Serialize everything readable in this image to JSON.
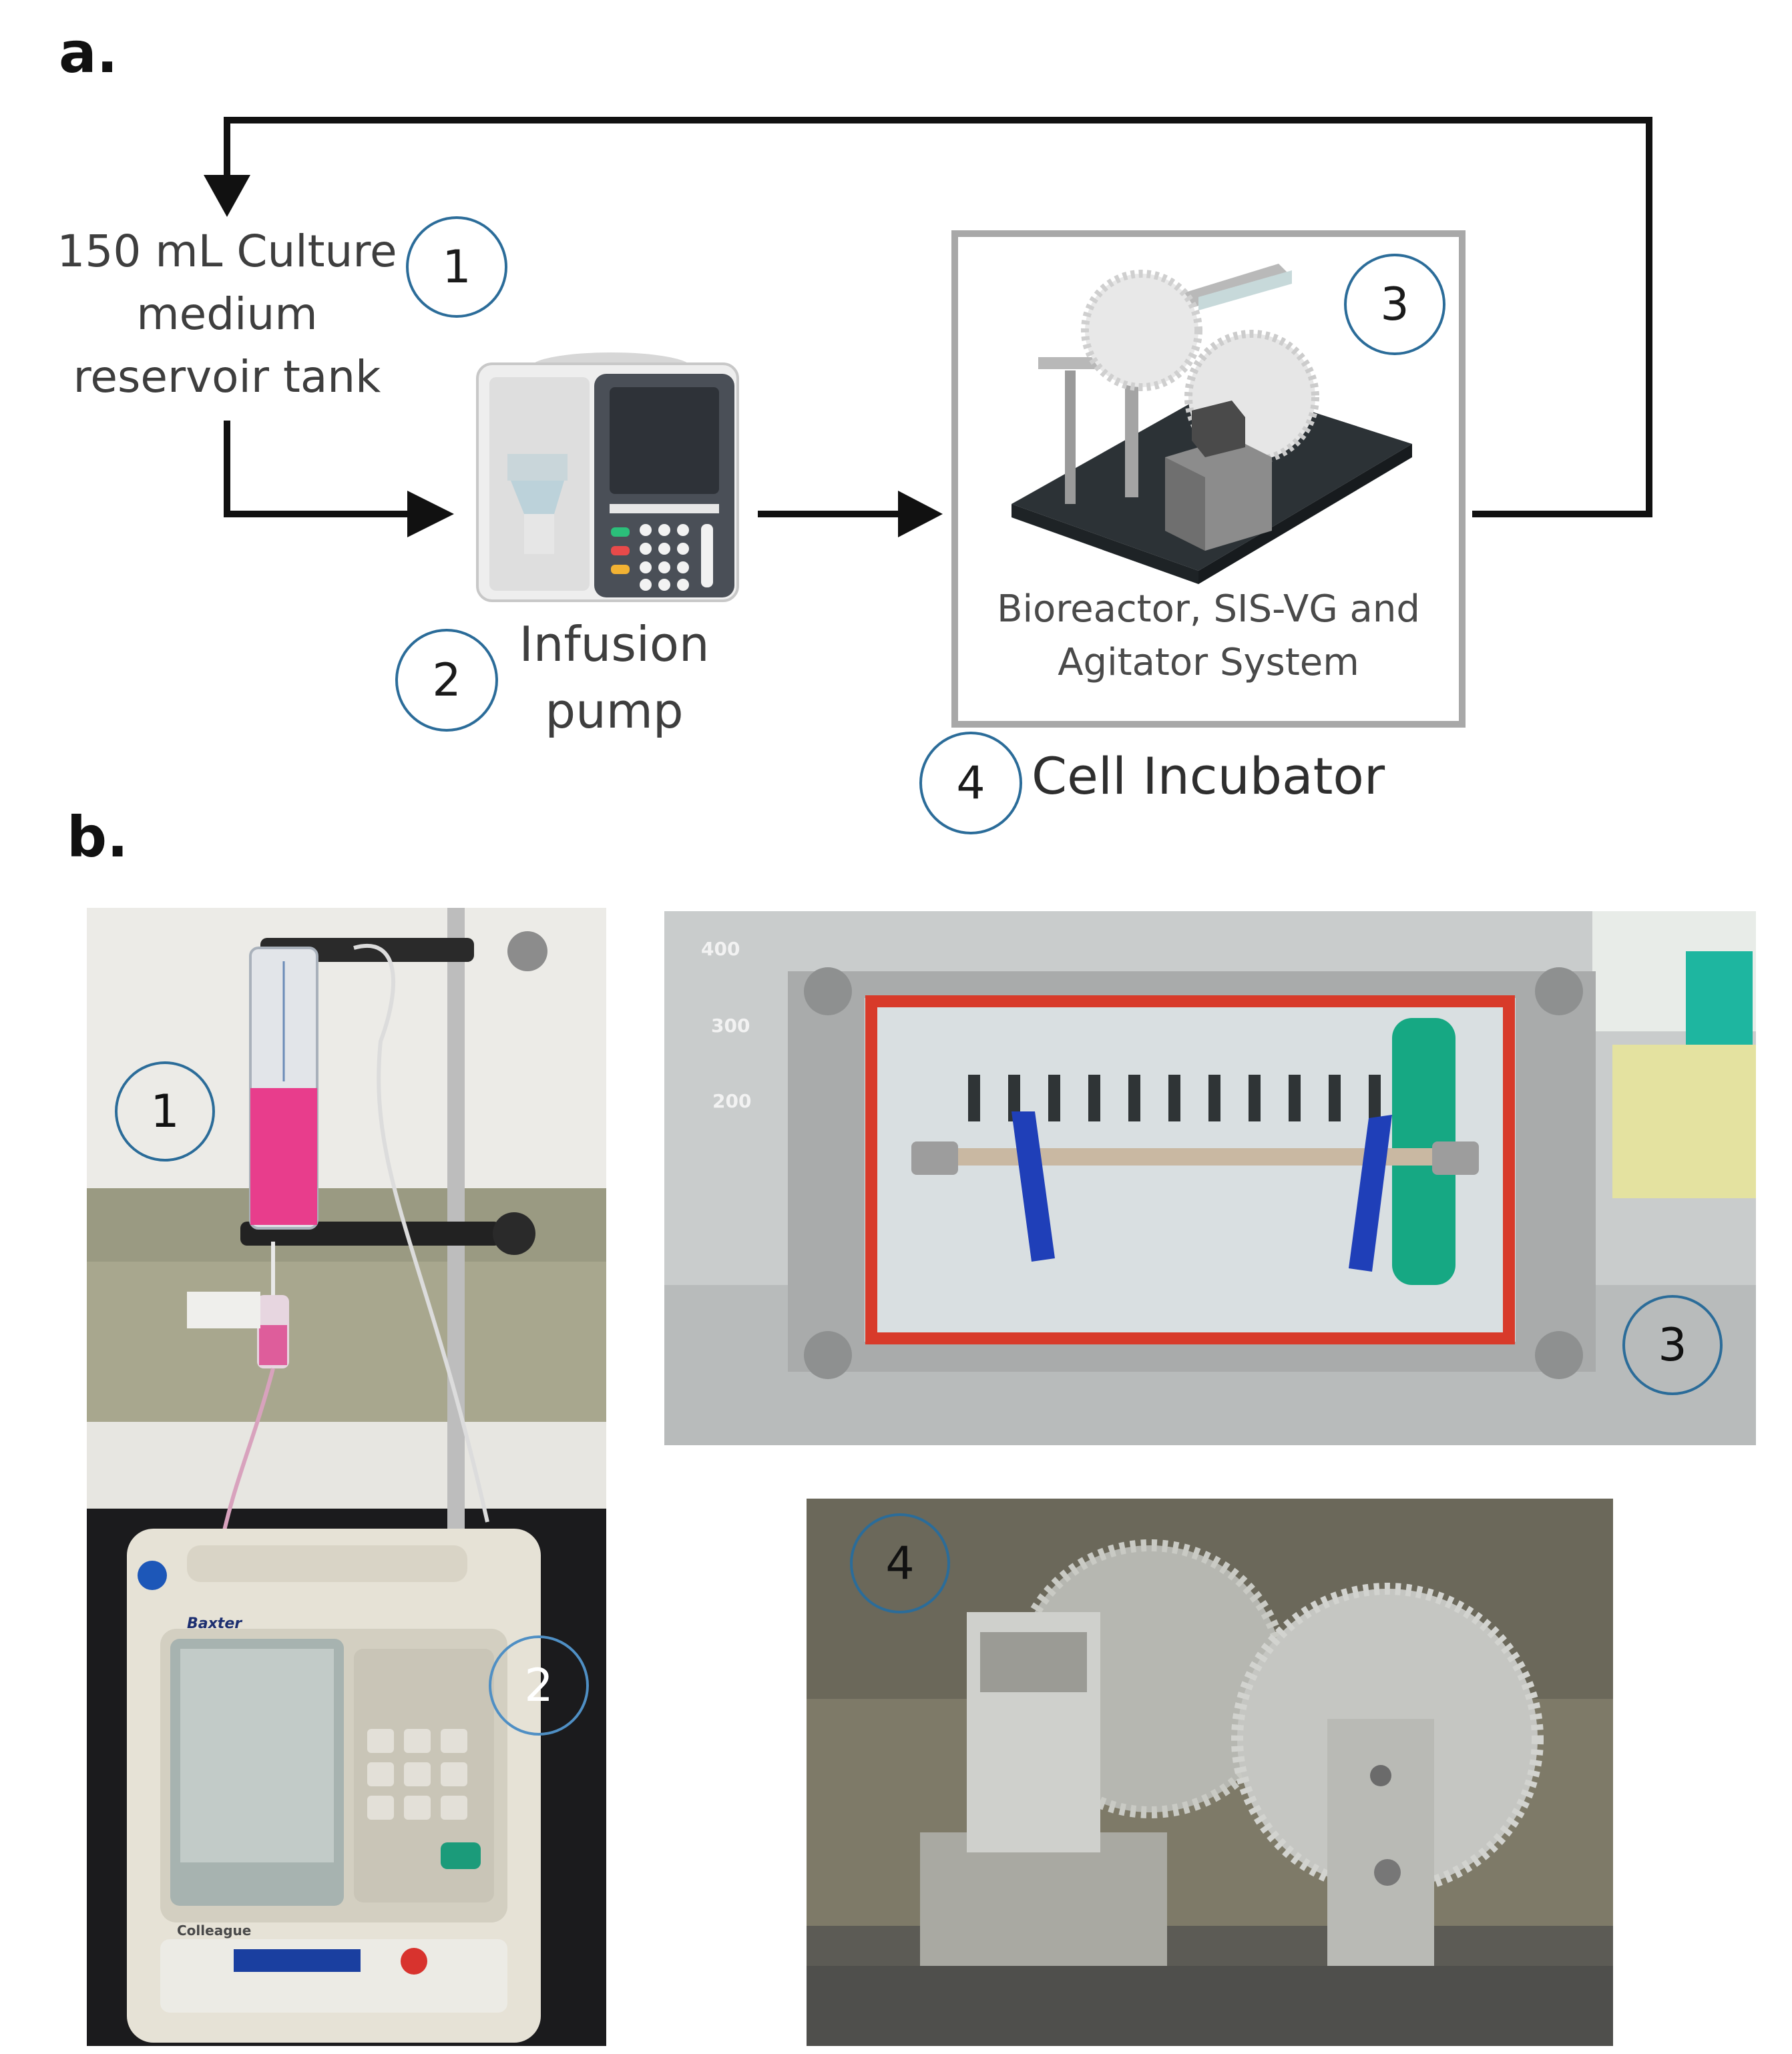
{
  "panels": {
    "a": {
      "letter": "a."
    },
    "b": {
      "letter": "b."
    }
  },
  "diagram": {
    "reservoir_label": "150 mL Culture medium reservoir tank",
    "reservoir_lines": [
      "150 mL Culture",
      "medium",
      "reservoir tank"
    ],
    "pump_lines": [
      "Infusion",
      "pump"
    ],
    "box_lines": [
      "Bioreactor, SIS-VG and",
      "Agitator System"
    ],
    "incubator_label": "Cell Incubator",
    "markers": [
      "1",
      "2",
      "3",
      "4"
    ]
  },
  "photos": {
    "left_markers": [
      "1",
      "2"
    ],
    "bioreactor_marker": "3",
    "agitator_marker": "4",
    "brand_text": "Baxter",
    "model_text": "Colleague",
    "tick_labels": [
      "400",
      "300",
      "200"
    ]
  },
  "colors": {
    "marker_ring": "#2b6c99",
    "arrow": "#111111",
    "box_border": "#a8a8a8",
    "medium": "#e83d8c",
    "gasket": "#d83a2a",
    "clamp_blue": "#1f3fb8"
  }
}
